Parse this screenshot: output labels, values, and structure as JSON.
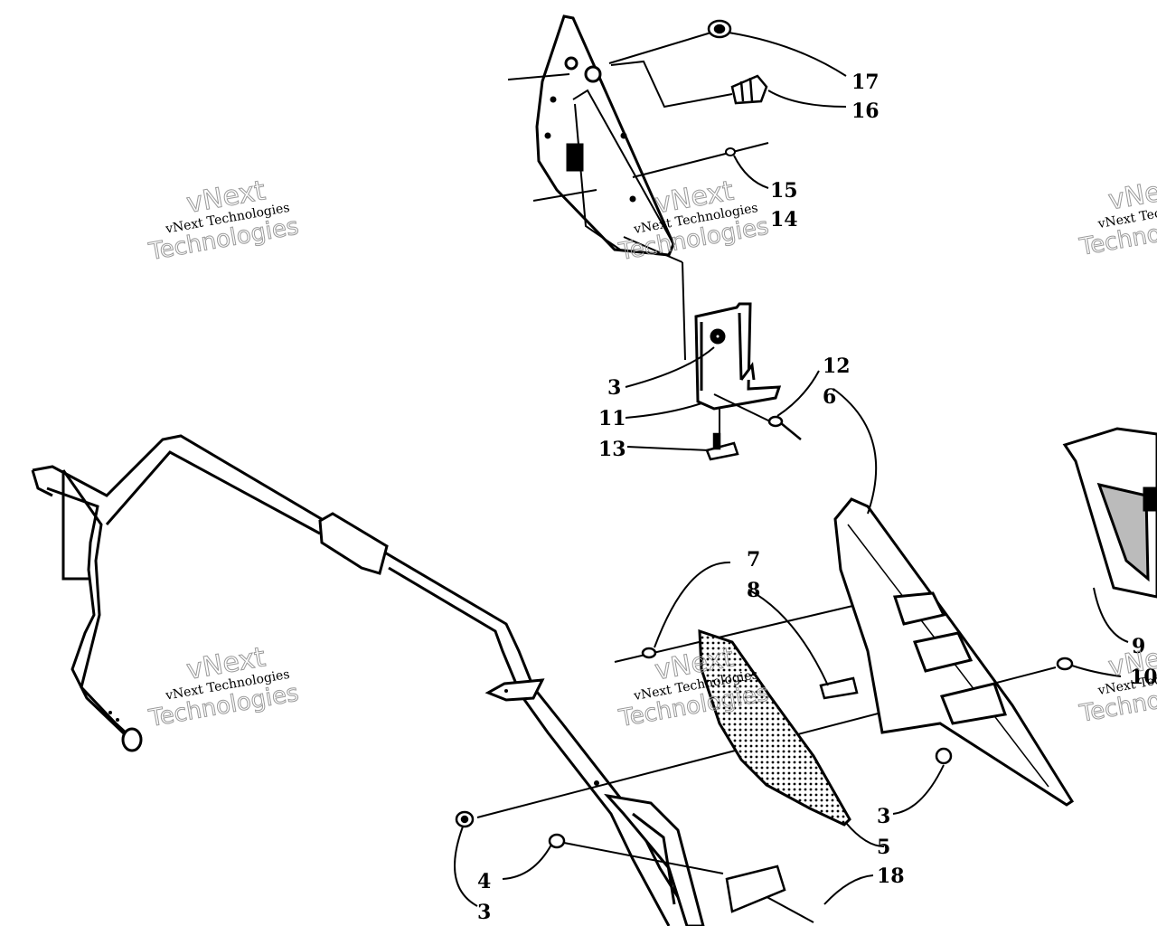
{
  "callouts": [
    {
      "id": "17",
      "text": "17"
    },
    {
      "id": "16",
      "text": "16"
    },
    {
      "id": "15",
      "text": "15"
    },
    {
      "id": "14",
      "text": "14"
    },
    {
      "id": "12",
      "text": "12"
    },
    {
      "id": "6",
      "text": "6"
    },
    {
      "id": "3a",
      "text": "3"
    },
    {
      "id": "11",
      "text": "11"
    },
    {
      "id": "13",
      "text": "13"
    },
    {
      "id": "7",
      "text": "7"
    },
    {
      "id": "8",
      "text": "8"
    },
    {
      "id": "9",
      "text": "9"
    },
    {
      "id": "10",
      "text": "10"
    },
    {
      "id": "3b",
      "text": "3"
    },
    {
      "id": "5",
      "text": "5"
    },
    {
      "id": "4",
      "text": "4"
    },
    {
      "id": "3c",
      "text": "3"
    },
    {
      "id": "18",
      "text": "18"
    }
  ],
  "watermark": {
    "line1": "vNext Technologies",
    "line2": "vNext",
    "line3": "Technologies"
  }
}
